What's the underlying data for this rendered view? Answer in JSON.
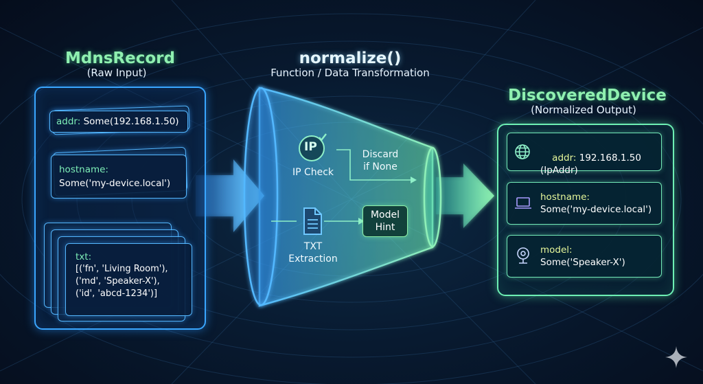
{
  "input": {
    "title": "MdnsRecord",
    "subtitle": "(Raw Input)",
    "addr_label": "addr:",
    "addr_value": "Some(192.168.1.50)",
    "hostname_label": "hostname:",
    "hostname_value": "Some('my-device.local')",
    "txt_label": "txt:",
    "txt_value": "[('fn', 'Living Room'),\n('md', 'Speaker-X'),\n('id', 'abcd-1234')]"
  },
  "function": {
    "title": "normalize()",
    "subtitle": "Function / Data Transformation",
    "ip_icon_text": "IP",
    "ip_check_label": "IP Check",
    "discard_label": "Discard\nif None",
    "txt_extraction_label": "TXT\nExtraction",
    "model_hint_label": "Model\nHint"
  },
  "output": {
    "title": "DiscoveredDevice",
    "subtitle": "(Normalized Output)",
    "addr_label": "addr:",
    "addr_value": "192.168.1.50\n(IpAddr)",
    "hostname_label": "hostname:",
    "hostname_value": "Some('my-device.local')",
    "model_label": "model:",
    "model_value": "Some('Speaker-X')"
  },
  "icons": {
    "ip": "ip-check-icon",
    "document": "document-icon",
    "globe": "globe-icon",
    "laptop": "laptop-icon",
    "webcam": "webcam-icon",
    "sparkle": "sparkle-icon"
  },
  "colors": {
    "accent_green": "#6ef0b4",
    "accent_blue": "#3aa6ff",
    "background": "#081a30"
  }
}
